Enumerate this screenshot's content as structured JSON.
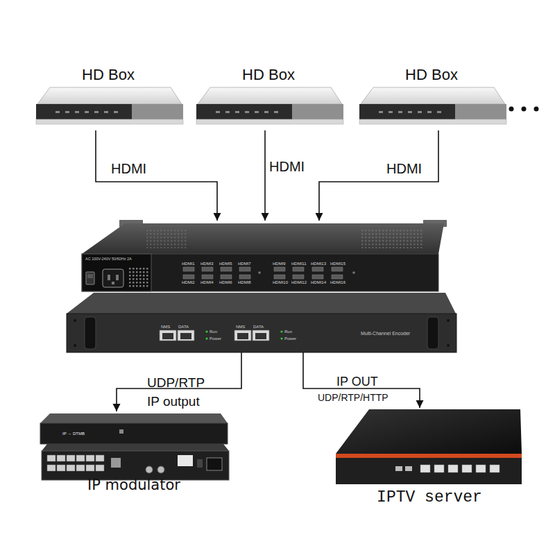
{
  "diagram": {
    "nodes": [
      {
        "text": [
          "HD Box"
        ]
      },
      {
        "text": [
          "HD Box"
        ]
      },
      {
        "text": [
          "HD Box"
        ]
      },
      {
        "text": [
          "Multi-Channel Encoder"
        ]
      },
      {
        "text": [
          "IP modulator"
        ]
      },
      {
        "text": [
          "IPTV server"
        ]
      }
    ],
    "edges": [
      {
        "from": 0,
        "to": 3,
        "label": "HDMI",
        "arrow": "to"
      },
      {
        "from": 1,
        "to": 3,
        "label": "HDMI",
        "arrow": "to"
      },
      {
        "from": 2,
        "to": 3,
        "label": "HDMI",
        "arrow": "to"
      },
      {
        "from": 3,
        "to": 4,
        "label": "UDP/RTP IP output",
        "arrow": "to"
      },
      {
        "from": 3,
        "to": 5,
        "label": "IP OUT",
        "arrow": "to"
      }
    ],
    "labels": [
      "AC 100V-240V 50/60Hz 2A",
      "HDMI1",
      "HDMI3",
      "HDMI5",
      "HDMI7",
      "HDMI9",
      "HDMI11",
      "HDMI13",
      "HDMI15",
      "HDMI2",
      "HDMI4",
      "HDMI6",
      "HDMI8",
      "HDMI10",
      "HDMI12",
      "HDMI14",
      "HDMI16",
      "NMS",
      "DATA",
      "Run",
      "Power",
      "NMS",
      "DATA",
      "Run",
      "Power",
      "UDP/RTP/HTTP",
      "IP → DTMB"
    ]
  }
}
